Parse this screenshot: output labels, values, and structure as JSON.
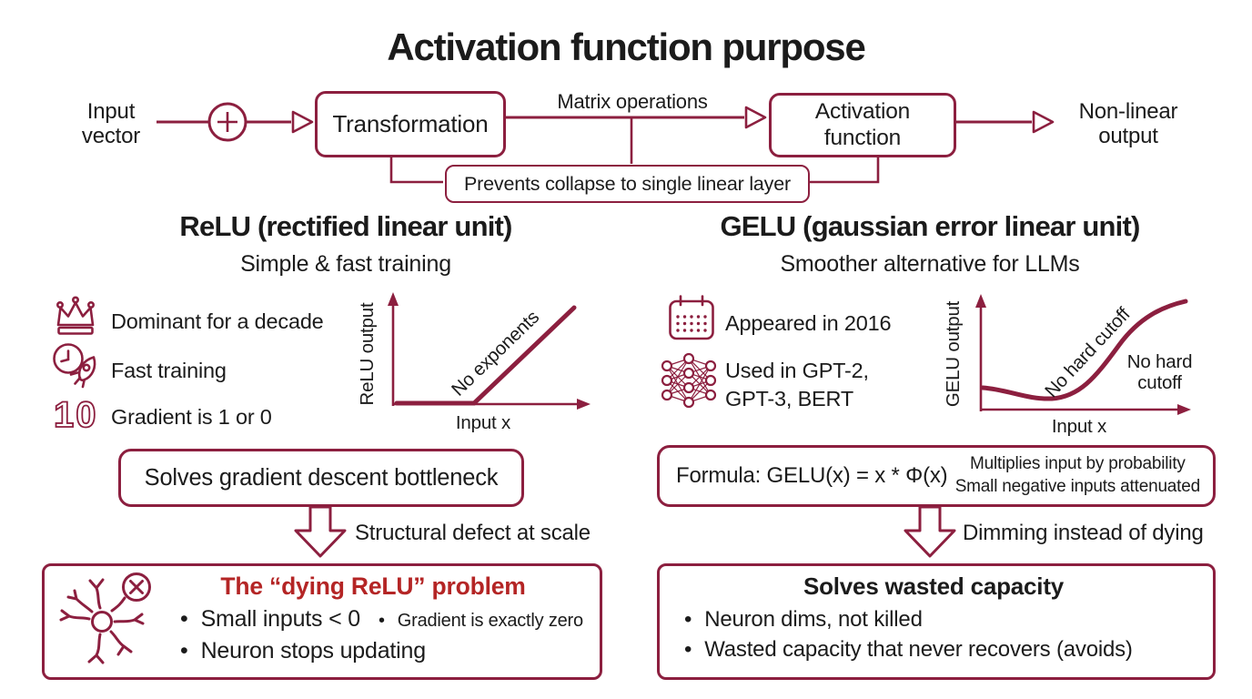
{
  "colors": {
    "maroon": "#8c1f3f",
    "red": "#b42525",
    "text": "#1b1b1b",
    "background": "#ffffff"
  },
  "title": "Activation function purpose",
  "flow": {
    "input_label": "Input vector",
    "transformation": "Transformation",
    "matrix_operations": "Matrix operations",
    "activation": "Activation function",
    "output_label": "Non-linear output",
    "prevents": "Prevents collapse to single linear layer"
  },
  "relu": {
    "heading": "ReLU (rectified linear unit)",
    "subheading": "Simple & fast training",
    "features": [
      {
        "icon": "crown-icon",
        "lines": [
          "Dominant for a decade"
        ]
      },
      {
        "icon": "rocket-clock-icon",
        "lines": [
          "Fast training"
        ]
      },
      {
        "icon": "one-zero-icon",
        "lines": [
          "Gradient is 1 or 0"
        ]
      }
    ],
    "chart": {
      "type": "line",
      "ylabel": "ReLU output",
      "xlabel": "Input x",
      "annotation": "No exponents",
      "shape": "flat at zero for negative inputs, then linear ramp"
    },
    "solves": "Solves gradient descent bottleneck",
    "arrow_caption": "Structural defect at scale",
    "problem": {
      "title": "The “dying ReLU” problem",
      "bullet_1": "Small inputs < 0",
      "bullet_1_note": "Gradient is exactly zero",
      "bullet_2": "Neuron stops updating"
    }
  },
  "gelu": {
    "heading": "GELU (gaussian error linear unit)",
    "subheading": "Smoother alternative for LLMs",
    "features": [
      {
        "icon": "calendar-icon",
        "lines": [
          "Appeared in 2016"
        ]
      },
      {
        "icon": "neural-network-icon",
        "lines": [
          "Used in GPT-2,",
          "GPT-3, BERT"
        ]
      }
    ],
    "chart": {
      "type": "line",
      "ylabel": "GELU output",
      "xlabel": "Input x",
      "annotation_on_curve": "No hard cutoff",
      "annotation_side": "No hard cutoff",
      "shape": "smooth S-curve with slight dip below zero before rising"
    },
    "formula": {
      "text": "Formula: GELU(x) = x * Φ(x)",
      "note_1": "Multiplies input by probability",
      "note_2": "Small negative inputs attenuated"
    },
    "arrow_caption": "Dimming instead of dying",
    "solves": {
      "title": "Solves wasted capacity",
      "bullet_1": "Neuron dims, not killed",
      "bullet_2": "Wasted capacity that never recovers (avoids)"
    }
  },
  "ui": {
    "bullet": "•"
  }
}
